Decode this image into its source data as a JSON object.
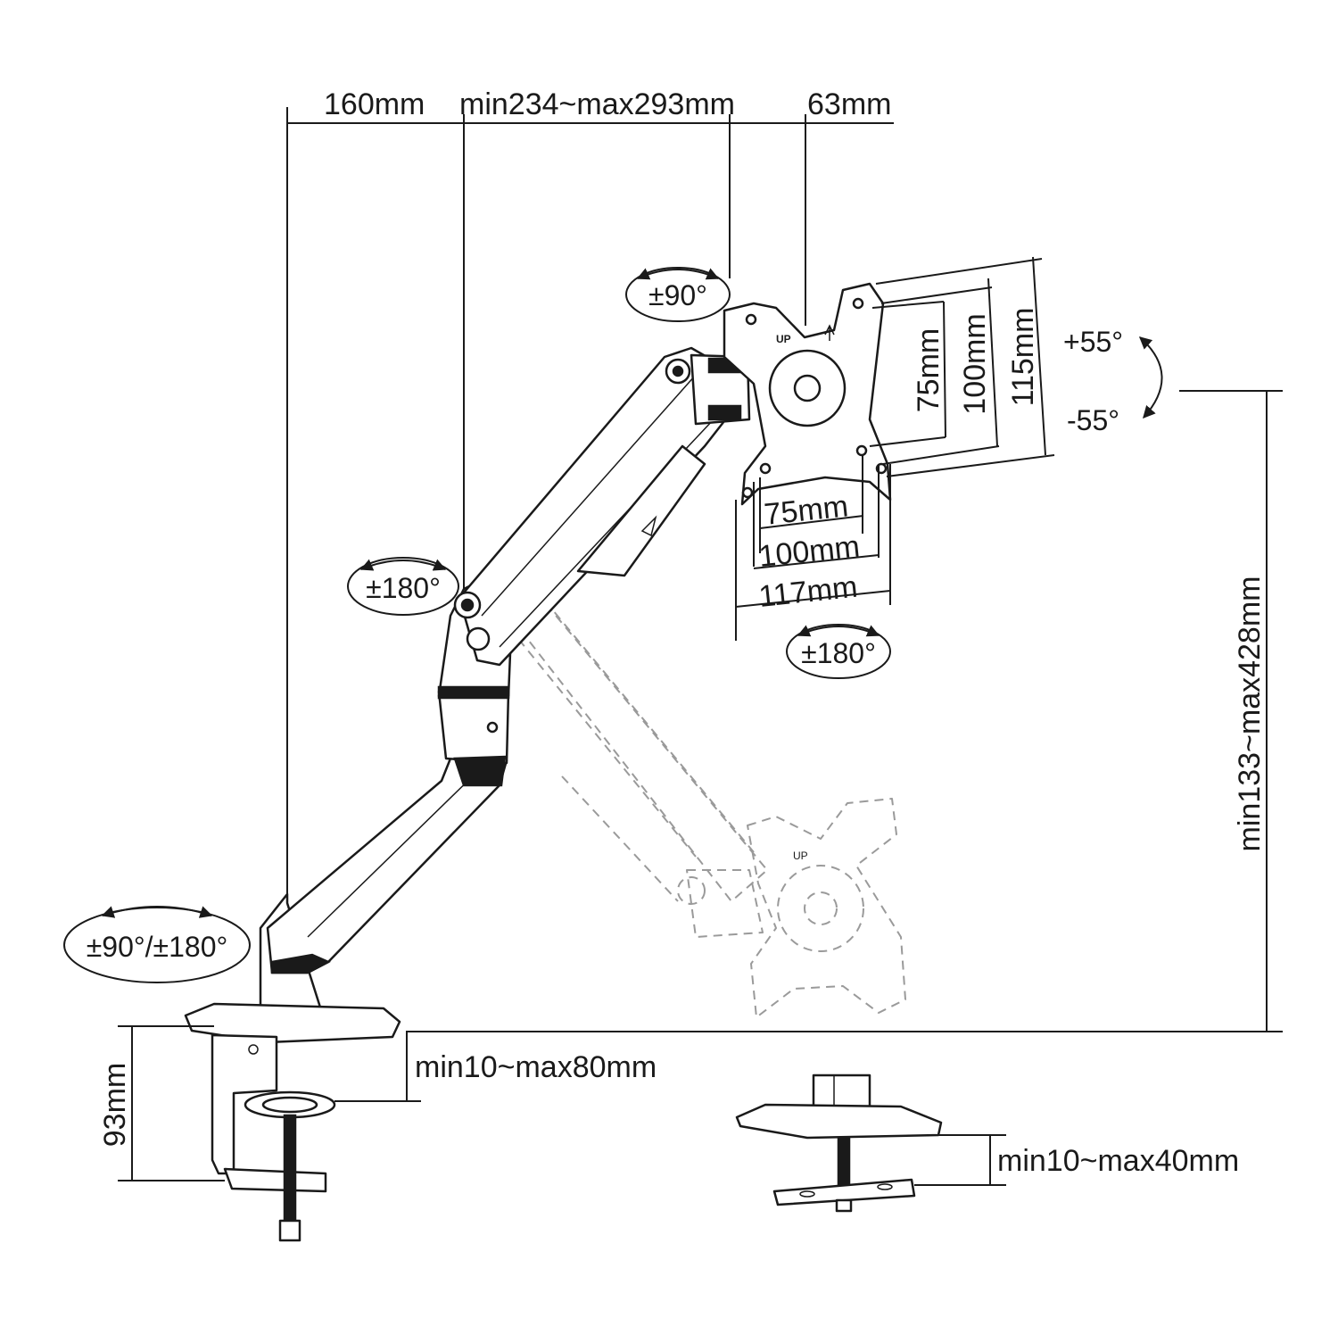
{
  "dimensions": {
    "arm_offset": "160mm",
    "arm_reach": "min234~max293mm",
    "plate_offset": "63mm",
    "height_range": "min133~max428mm",
    "clamp_height": "93mm",
    "clamp_range": "min10~max80mm",
    "grommet_range": "min10~max40mm",
    "vesa_h_75": "75mm",
    "vesa_h_100": "100mm",
    "vesa_h_117": "117mm",
    "vesa_v_75": "75mm",
    "vesa_v_100": "100mm",
    "vesa_v_115": "115mm"
  },
  "rotations": {
    "head_swivel": "±90°",
    "elbow_swivel": "±180°",
    "base_swivel": "±90°/±180°",
    "plate_rotate": "±180°",
    "tilt_up": "+55°",
    "tilt_down": "-55°"
  },
  "plate": {
    "up_label": "UP"
  }
}
